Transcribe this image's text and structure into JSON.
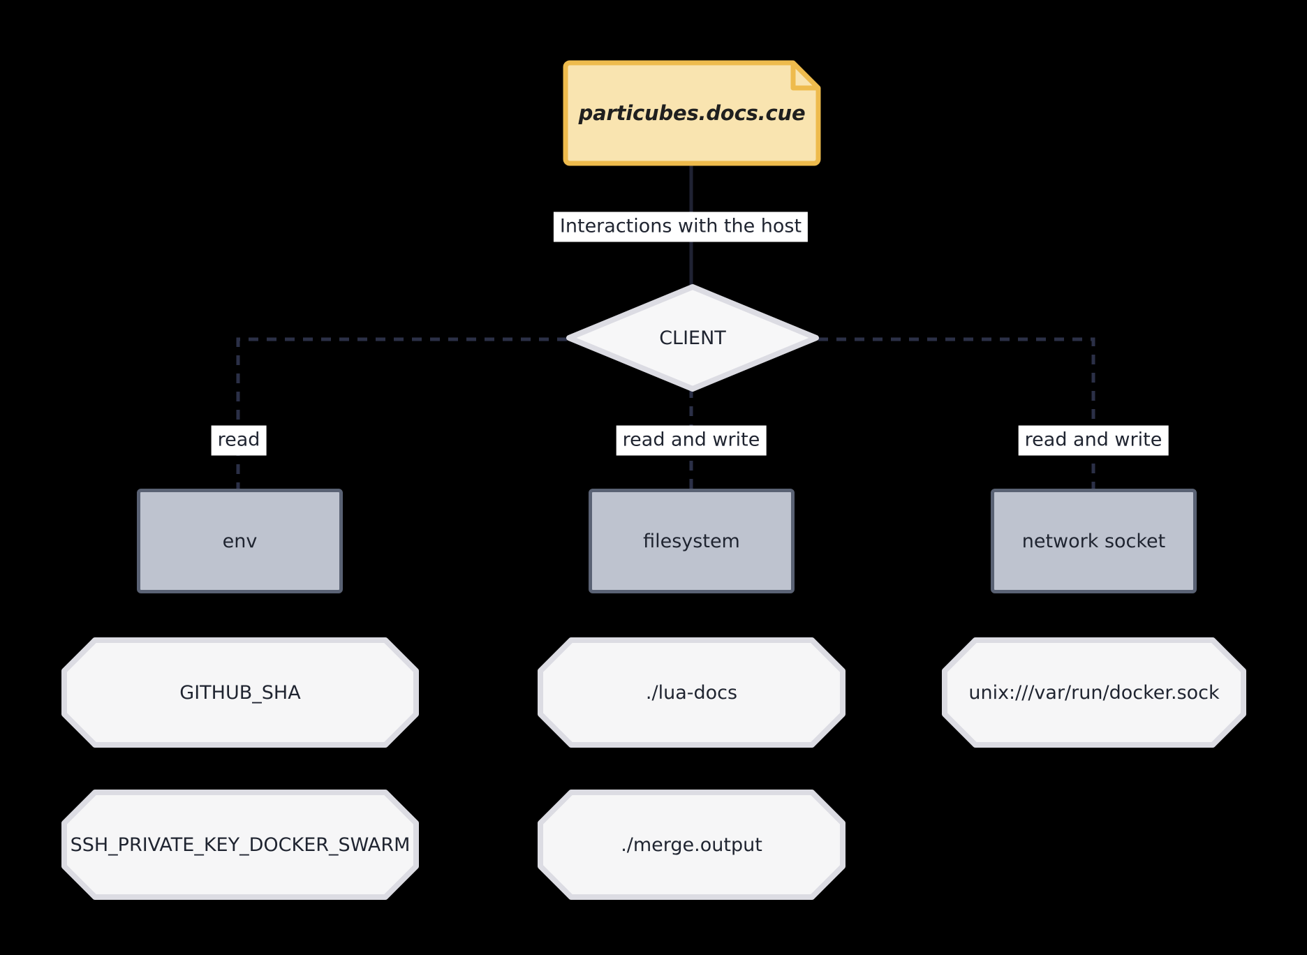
{
  "diagram": {
    "type": "flowchart",
    "title": "particubes.docs.cue host interactions",
    "background": "#000000"
  },
  "colors": {
    "note_fill": "#f9e4b0",
    "note_stroke": "#eebb4d",
    "note_text": "#1f1f1f",
    "diamond_fill": "#f7f7f8",
    "diamond_stroke": "#dcdce3",
    "rect_fill": "#bec3cf",
    "rect_stroke": "#5a6274",
    "octagon_fill": "#f6f6f7",
    "octagon_stroke": "#dcdce3",
    "edge_stroke": "#1f2233",
    "label_bg": "#ffffff",
    "label_text": "#1f2430"
  },
  "nodes": {
    "note": {
      "label": "particubes.docs.cue",
      "shape": "note"
    },
    "client": {
      "label": "CLIENT",
      "shape": "rhombus"
    },
    "env": {
      "label": "env",
      "shape": "rect"
    },
    "filesystem": {
      "label": "filesystem",
      "shape": "rect"
    },
    "network_socket": {
      "label": "network socket",
      "shape": "rect"
    },
    "github_sha": {
      "label": "GITHUB_SHA",
      "shape": "octagon"
    },
    "ssh_key": {
      "label": "SSH_PRIVATE_KEY_DOCKER_SWARM",
      "shape": "octagon"
    },
    "lua_docs": {
      "label": "./lua-docs",
      "shape": "octagon"
    },
    "merge_output": {
      "label": "./merge.output",
      "shape": "octagon"
    },
    "docker_sock": {
      "label": "unix:///var/run/docker.sock",
      "shape": "octagon"
    }
  },
  "edges": {
    "note_to_client": {
      "label": "Interactions with the host",
      "style": "solid"
    },
    "client_to_env": {
      "label": "read",
      "style": "dashed"
    },
    "client_to_filesystem": {
      "label": "read and write",
      "style": "dashed"
    },
    "client_to_network": {
      "label": "read and write",
      "style": "dashed"
    }
  }
}
